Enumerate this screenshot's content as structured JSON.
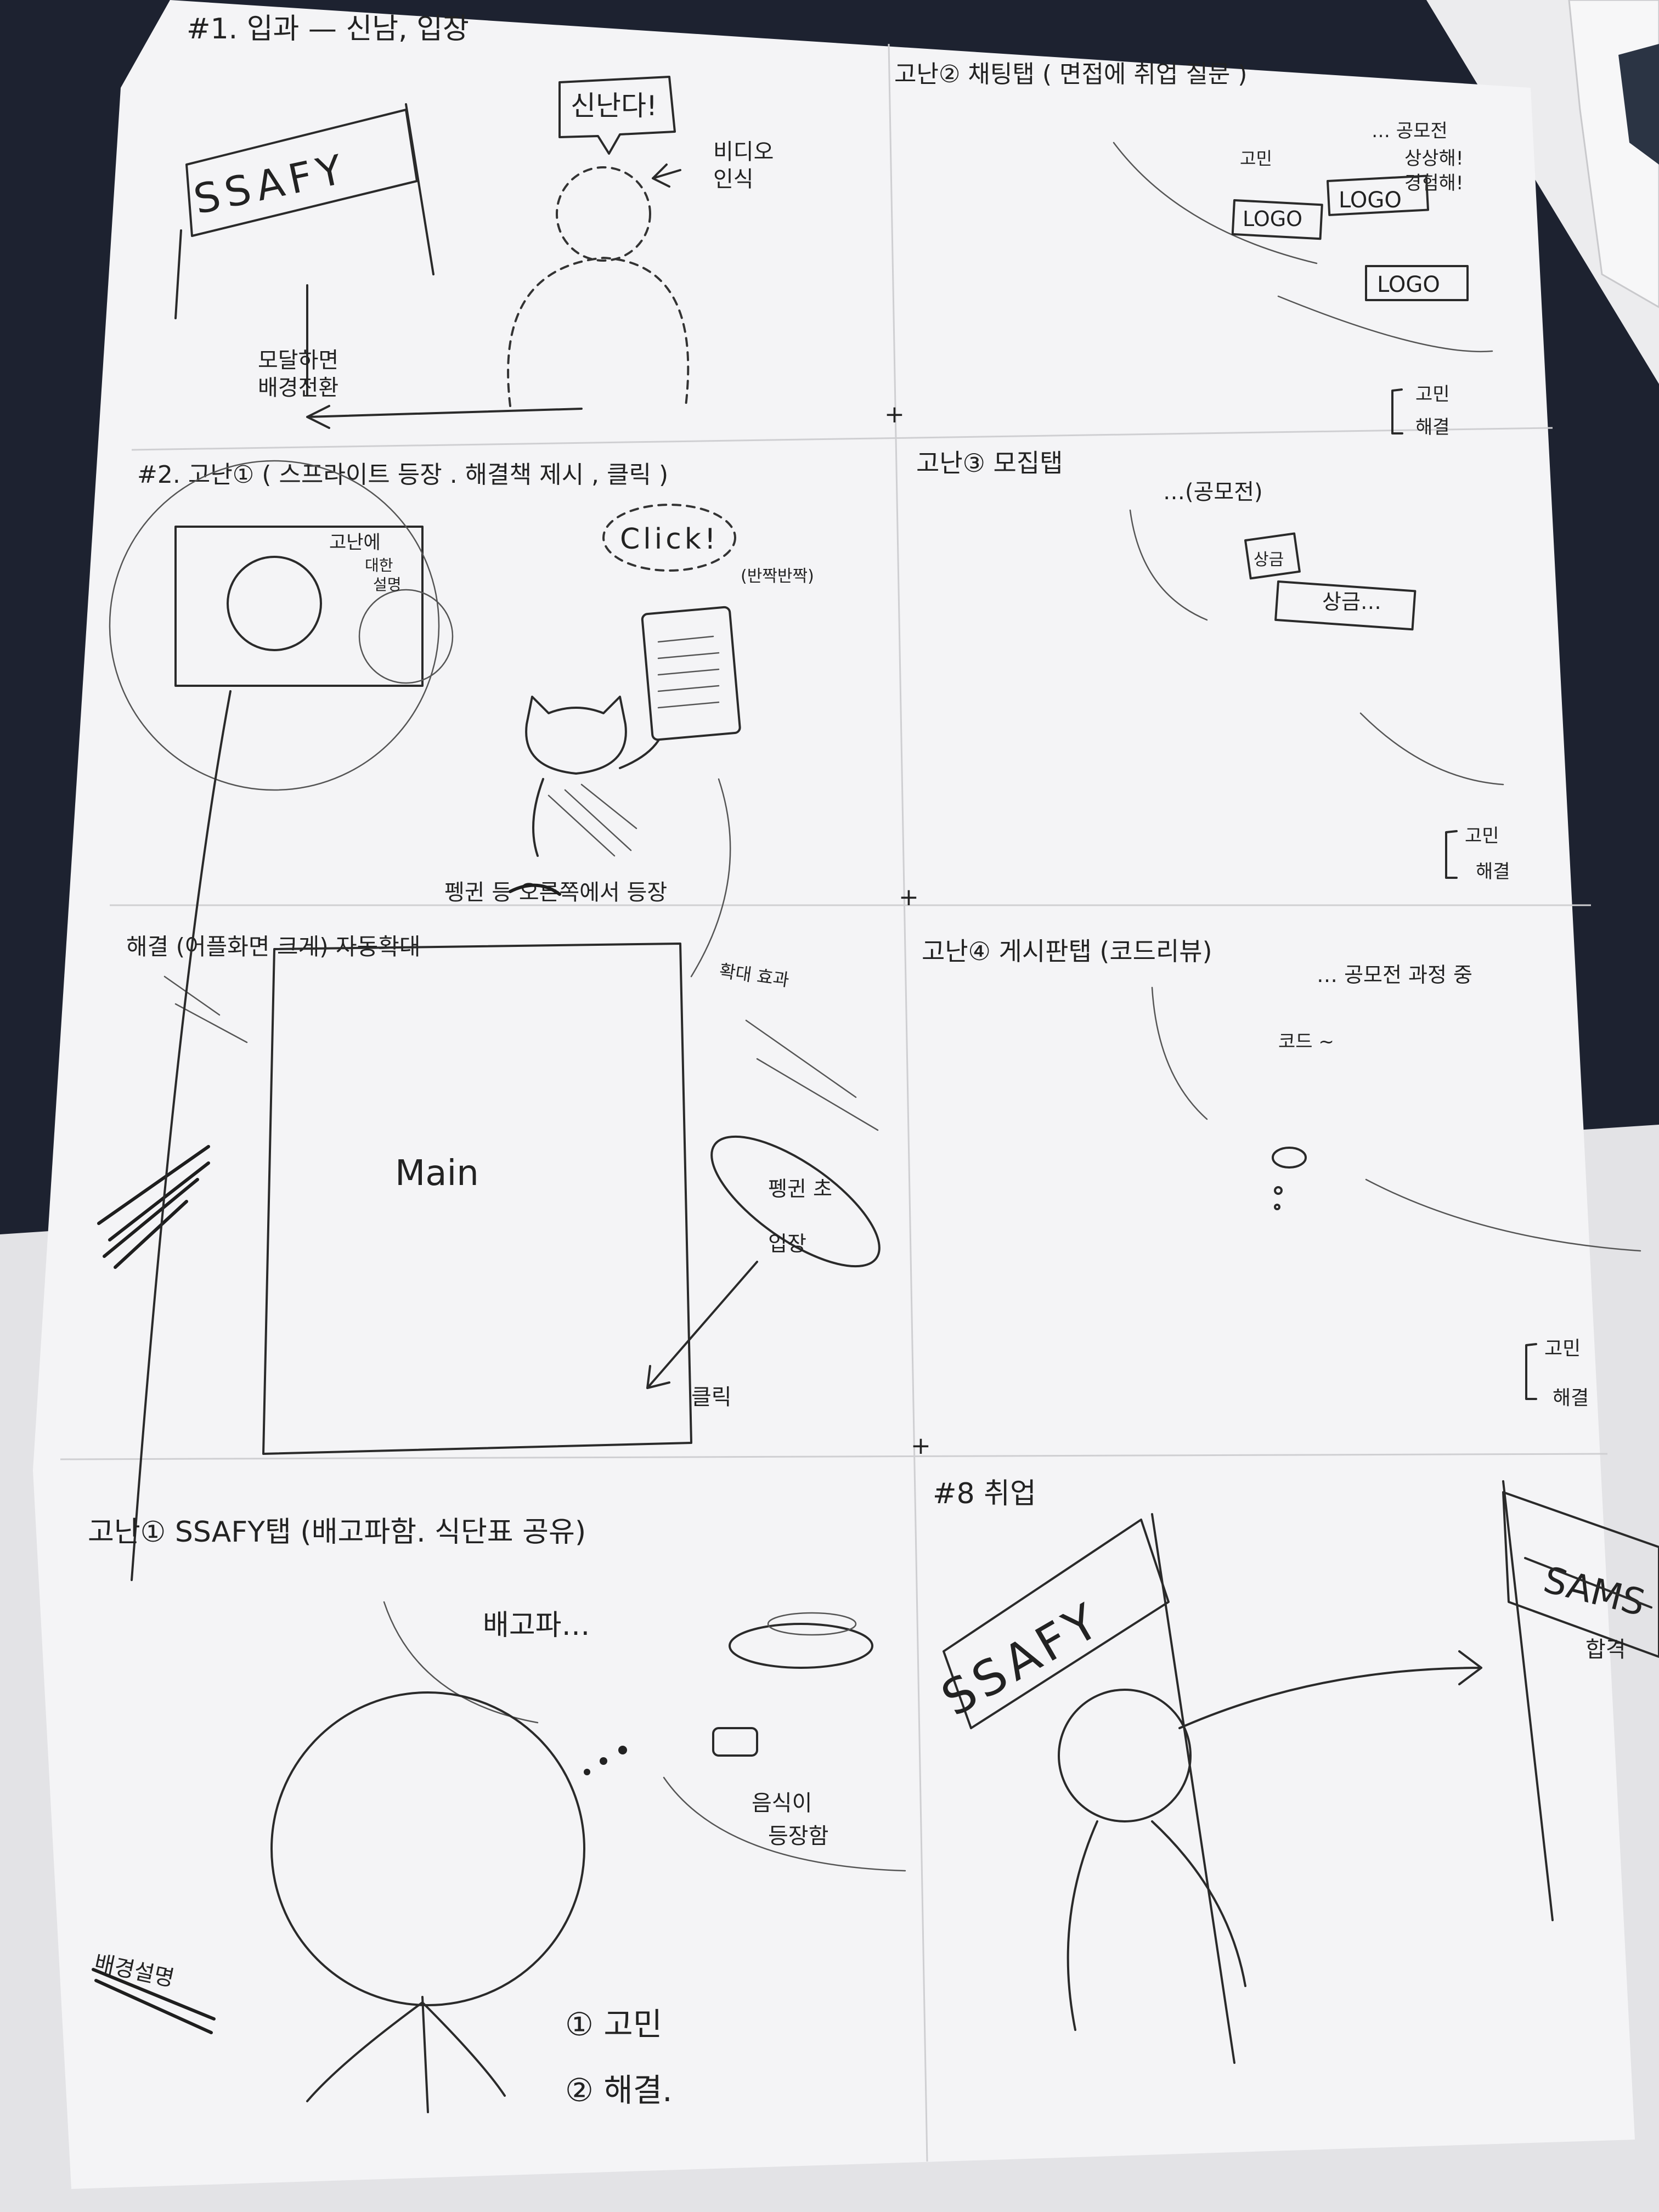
{
  "panels": {
    "p1": {
      "title": "#1. 입과  — 신남, 입장",
      "banner": "SSAFY",
      "bubble": "신난다!",
      "note_video": [
        "비디오",
        "인식"
      ],
      "note_bg": [
        "모달하면",
        "배경전환"
      ]
    },
    "p2": {
      "title": "고난② 채팅탭 ( 면접에 취업 질문 )",
      "note_top": [
        "… 공모전",
        "상상해!",
        "경험해!"
      ],
      "sub_label": "고민",
      "logos": [
        "LOGO",
        "LOGO",
        "LOGO"
      ],
      "bracket": [
        "고민",
        "해결"
      ]
    },
    "p3": {
      "title": "#2. 고난① ( 스프라이트 등장 . 해결책 제시 , 클릭 )",
      "circle_note": [
        "고난에",
        "대한",
        "설명"
      ],
      "bubble": "Click!",
      "note_blink": "(반짝반짝)",
      "note_enter": "펭귄 등 오른쪽에서 등장"
    },
    "p4": {
      "title": "고난③ 모집탭",
      "note": "…(공모전)",
      "tag1": "상금",
      "tag2": "상금…",
      "bracket": [
        "고민",
        "해결"
      ]
    },
    "p5": {
      "title": "해결 (어플화면 크게) 자동확대",
      "screen_text": "Main",
      "side_note": "확대 효과",
      "oval_note": [
        "펭귄 초",
        "입장"
      ],
      "click_note": "클릭"
    },
    "p6": {
      "title": "고난④ 게시판탭 (코드리뷰)",
      "note_right": "… 공모전 과정 중",
      "note_code": "코드 ~",
      "bracket": [
        "고민",
        "해결"
      ]
    },
    "p7": {
      "title": "고난① SSAFY탭 (배고파함. 식단표 공유)",
      "thought": "배고파…",
      "note_food": [
        "음식이",
        "등장함"
      ],
      "strike_text": "배경설명",
      "list": [
        "① 고민",
        "② 해결."
      ]
    },
    "p8": {
      "title": "#8 취업",
      "banner": "SSAFY",
      "flag_text": "SAMS",
      "flag_sub": "합격"
    }
  },
  "colors": {
    "paper": "#f4f4f6",
    "ink": "#222222",
    "desk": "#1d2230",
    "desk_light": "#e6e6e8"
  }
}
